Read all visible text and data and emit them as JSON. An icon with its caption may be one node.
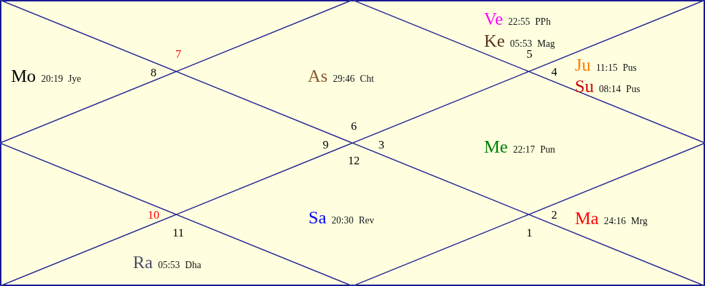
{
  "diagram": {
    "nodes": [
      {
        "text": [
          "As 29:46 Cht",
          "6"
        ]
      },
      {
        "text": [
          "7"
        ]
      },
      {
        "text": [
          "Mo 20:19 Jye",
          "8"
        ]
      },
      {
        "text": [
          "9"
        ]
      },
      {
        "text": [
          "10"
        ]
      },
      {
        "text": [
          "11",
          "Ra 05:53 Dha"
        ]
      },
      {
        "text": [
          "12",
          "Sa 20:30 Rev"
        ]
      },
      {
        "text": [
          "1"
        ]
      },
      {
        "text": [
          "2",
          "Ma 24:16 Mrg"
        ]
      },
      {
        "text": [
          "3",
          "Me 22:17 Pun"
        ]
      },
      {
        "text": [
          "4",
          "Ju 11:15 Pus",
          "Su 08:14 Pus"
        ]
      },
      {
        "text": [
          "Ve 22:55 PPh",
          "Ke 05:53 Mag",
          "5"
        ]
      }
    ]
  }
}
